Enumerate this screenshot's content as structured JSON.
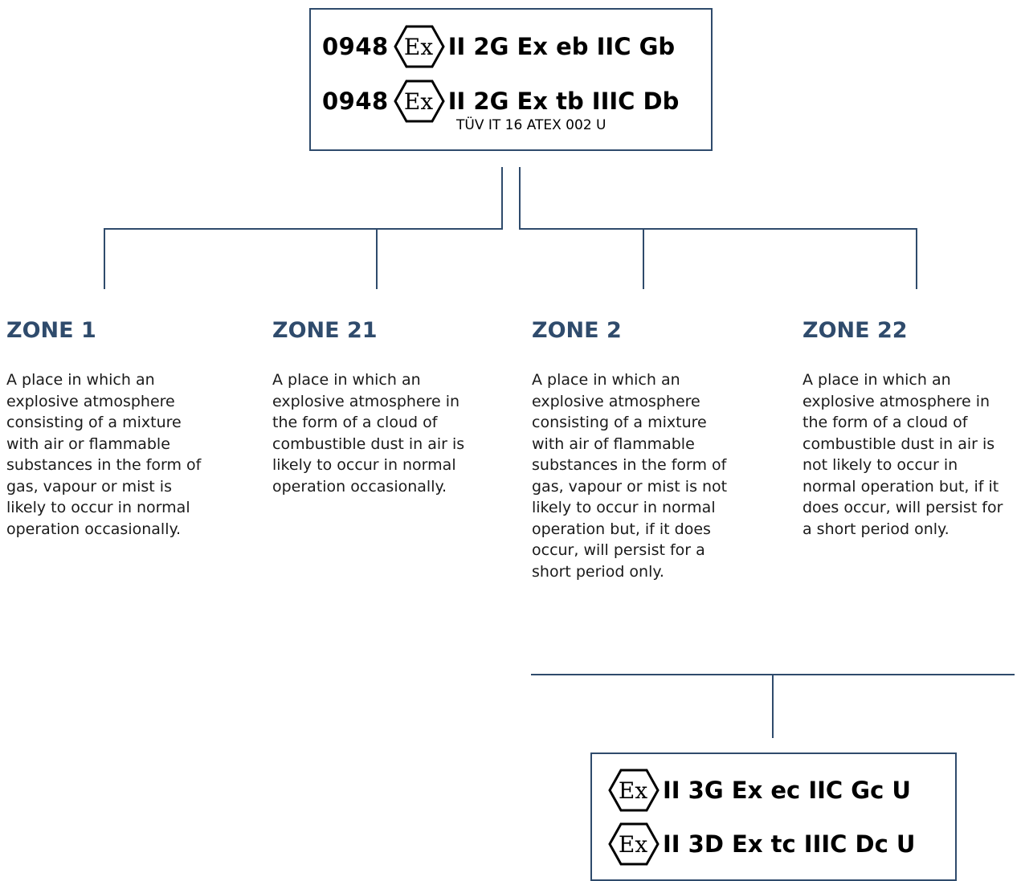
{
  "top_box": {
    "rows": [
      {
        "number": "0948",
        "text": "II 2G Ex eb IIC Gb"
      },
      {
        "number": "0948",
        "text": "II 2G Ex tb IIIC Db"
      }
    ],
    "certificate": "TÜV IT 16 ATEX 002 U"
  },
  "zones": [
    {
      "title": "ZONE 1",
      "description": "A place in which an explosive atmosphere consisting of a mixture with air or flammable substances in the form of gas, vapour or mist is likely to occur in normal operation occasionally."
    },
    {
      "title": "ZONE 21",
      "description": "A place in which an explosive atmosphere in the form of a cloud of combustible dust in air is likely to occur in normal operation occasionally."
    },
    {
      "title": "ZONE 2",
      "description": "A place in which an explosive atmosphere consisting of a mixture with air of flammable substances in the form of gas, vapour or mist is not likely to occur in normal operation but, if it does occur, will persist for a short period only."
    },
    {
      "title": "ZONE 22",
      "description": "A place in which an explosive atmosphere in the form of a cloud of combustible dust in air is not likely to occur in normal operation but, if it does occur, will persist for a short period only."
    }
  ],
  "bottom_box": {
    "rows": [
      {
        "text": "II 3G Ex ec IIC Gc U"
      },
      {
        "text": "II 3D Ex tc IIIC Dc U"
      }
    ]
  },
  "ex_symbol": {
    "icon": "ex-hexagon-icon",
    "label": "Ex"
  },
  "colors": {
    "accent": "#2f4b6c",
    "text": "#1a1a1a"
  }
}
